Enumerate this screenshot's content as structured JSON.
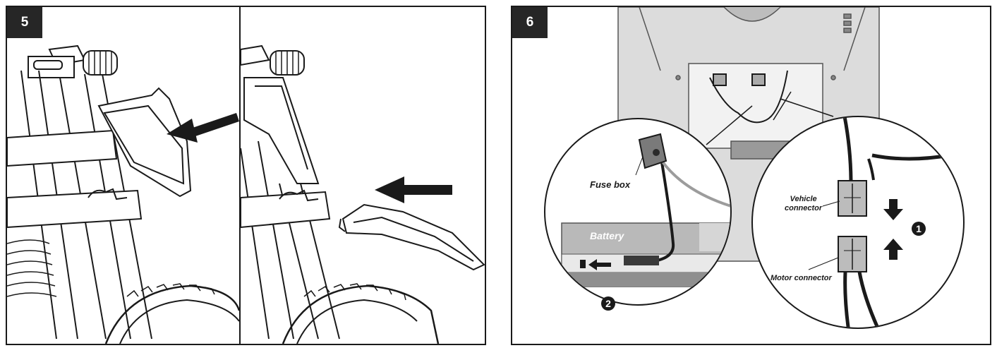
{
  "steps": [
    {
      "number": "5"
    },
    {
      "number": "6"
    }
  ],
  "step6": {
    "fuse_box_label": "Fuse box",
    "battery_label": "Battery",
    "vehicle_connector_label": "Vehicle\nconnector",
    "motor_connector_label": "Motor connector",
    "callout_1": "1",
    "callout_2": "2"
  },
  "colors": {
    "badge": "#262626",
    "line": "#1a1a1a",
    "battery": "#b5b5b5",
    "car_body": "#d9d9d9"
  }
}
